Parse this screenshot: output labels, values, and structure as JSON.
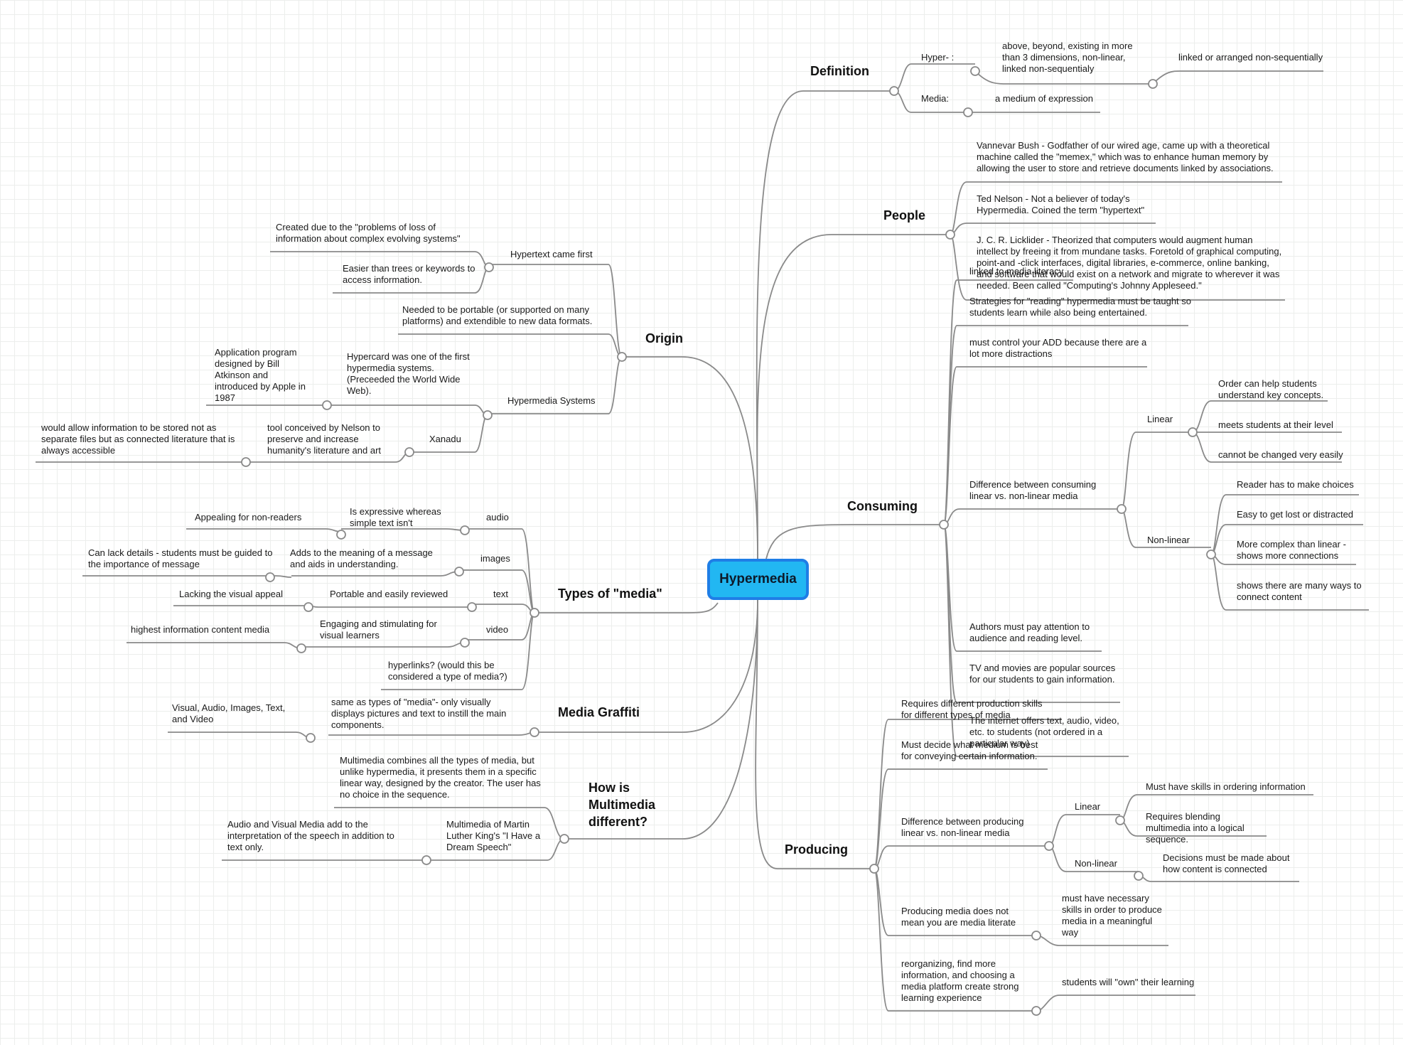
{
  "root": "Hypermedia",
  "colors": {
    "root_fill": "#22b7f2",
    "root_border": "#1f7ee6",
    "line": "#8a8a8a",
    "grid": "#eceeec"
  },
  "branches": {
    "definition": "Definition",
    "people": "People",
    "consuming": "Consuming",
    "producing": "Producing",
    "origin": "Origin",
    "types": "Types of \"media\"",
    "graffiti": "Media Graffiti",
    "how": "How is Multimedia different?"
  },
  "definition": {
    "hyper": "Hyper- :",
    "hyper_desc": "above, beyond, existing in more than 3 dimensions, non-linear, linked non-sequentialy",
    "hyper_desc2": "linked or arranged non-sequentially",
    "media": "Media:",
    "media_desc": "a medium of expression"
  },
  "people": {
    "bush": "Vannevar Bush - Godfather of our wired age, came up with a theoretical machine called the \"memex,\" which was to enhance human memory by allowing the user to store and retrieve documents linked by associations.",
    "nelson": "Ted Nelson - Not a believer of today's Hypermedia.  Coined the term \"hypertext\"",
    "licklider": "J. C. R. Licklider - Theorized that computers would augment human intellect by freeing it from mundane tasks. Foretold of graphical computing, point-and -click interfaces, digital libraries, e-commerce, online banking, and software that would exist on a network and migrate to wherever it was needed. Been called \"Computing's Johnny Appleseed.\""
  },
  "consuming": {
    "literacy": "linked to media literacy",
    "strategies": "Strategies for \"reading\" hypermedia must be taught so students learn while also being entertained.",
    "add": "must control your ADD because there are a lot more distractions",
    "difference": "Difference between consuming linear vs. non-linear media",
    "linear": "Linear",
    "linear_items": [
      "Order can help students understand key concepts.",
      "meets students at their level",
      "cannot be changed very easily"
    ],
    "nonlinear": "Non-linear",
    "nonlinear_items": [
      "Reader has to make choices",
      "Easy to get lost or distracted",
      "More complex than linear - shows more connections",
      "shows there are many ways to connect content"
    ],
    "authors": "Authors must pay attention to audience and reading level.",
    "tv": "TV and movies are popular sources for our students to gain information.",
    "internet": "The internet offers text, audio, video, etc. to students (not ordered in a particular way)"
  },
  "producing": {
    "skills": "Requires different production skills for different types of media",
    "decide": "Must decide what medium is best for conveying certain information.",
    "difference": "Difference between producing linear vs. non-linear media",
    "linear": "Linear",
    "linear_items": [
      "Must have skills in ordering information",
      "Requires blending multimedia into a logical sequence."
    ],
    "nonlinear": "Non-linear",
    "nonlinear_item": "Decisions must be made about how content is connected",
    "literate": "Producing media does not mean you are media literate",
    "literate_child": "must have necessary skills in order to produce media in a meaningful way",
    "reorganizing": "reorganizing, find more information, and choosing a media platform create strong learning experience",
    "reorganizing_child": "students will \"own\" their learning"
  },
  "origin": {
    "hypertext": "Hypertext came first",
    "hypertext_items": [
      "Created due to the \"problems of loss of information about complex evolving systems\"",
      "Easier than trees or keywords to access information."
    ],
    "portable": "Needed to be portable (or supported on many platforms) and extendible to new data formats.",
    "systems": "Hypermedia Systems",
    "hypercard": "Hypercard was one of the first hypermedia systems. (Preceeded the World Wide Web).",
    "hypercard_child": "Application program designed by Bill Atkinson and introduced by Apple in 1987",
    "xanadu": "Xanadu",
    "xanadu_child": "tool conceived by Nelson to preserve and increase humanity's literature and art",
    "xanadu_grandchild": "would allow information to be stored not as separate files but as connected literature that is always accessible"
  },
  "types": {
    "audio": "audio",
    "audio_c1": "Is expressive whereas simple text isn't",
    "audio_c2": "Appealing for non-readers",
    "images": "images",
    "images_c1": "Adds to the meaning of a message and aids in understanding.",
    "images_c2": "Can lack details - students must be guided to the importance of message",
    "text": "text",
    "text_c1": "Portable and easily reviewed",
    "text_c2": "Lacking the visual appeal",
    "video": "video",
    "video_c1": "Engaging and stimulating for visual learners",
    "video_c2": "highest information content media",
    "hyperlinks": "hyperlinks? (would this be considered a type of media?)"
  },
  "graffiti": {
    "c1": "same as types of \"media\"- only visually displays pictures and text to instill the main components.",
    "c2": "Visual, Audio, Images, Text, and Video"
  },
  "how": {
    "c1": "Multimedia combines all the types of media, but unlike hypermedia, it presents them in a specific linear way, designed by the creator.  The user has no choice in the sequence.",
    "c2": "Multimedia of Martin Luther King's \"I Have a Dream Speech\"",
    "c3": "Audio and Visual Media add to the interpretation of the speech in addition to text only."
  }
}
